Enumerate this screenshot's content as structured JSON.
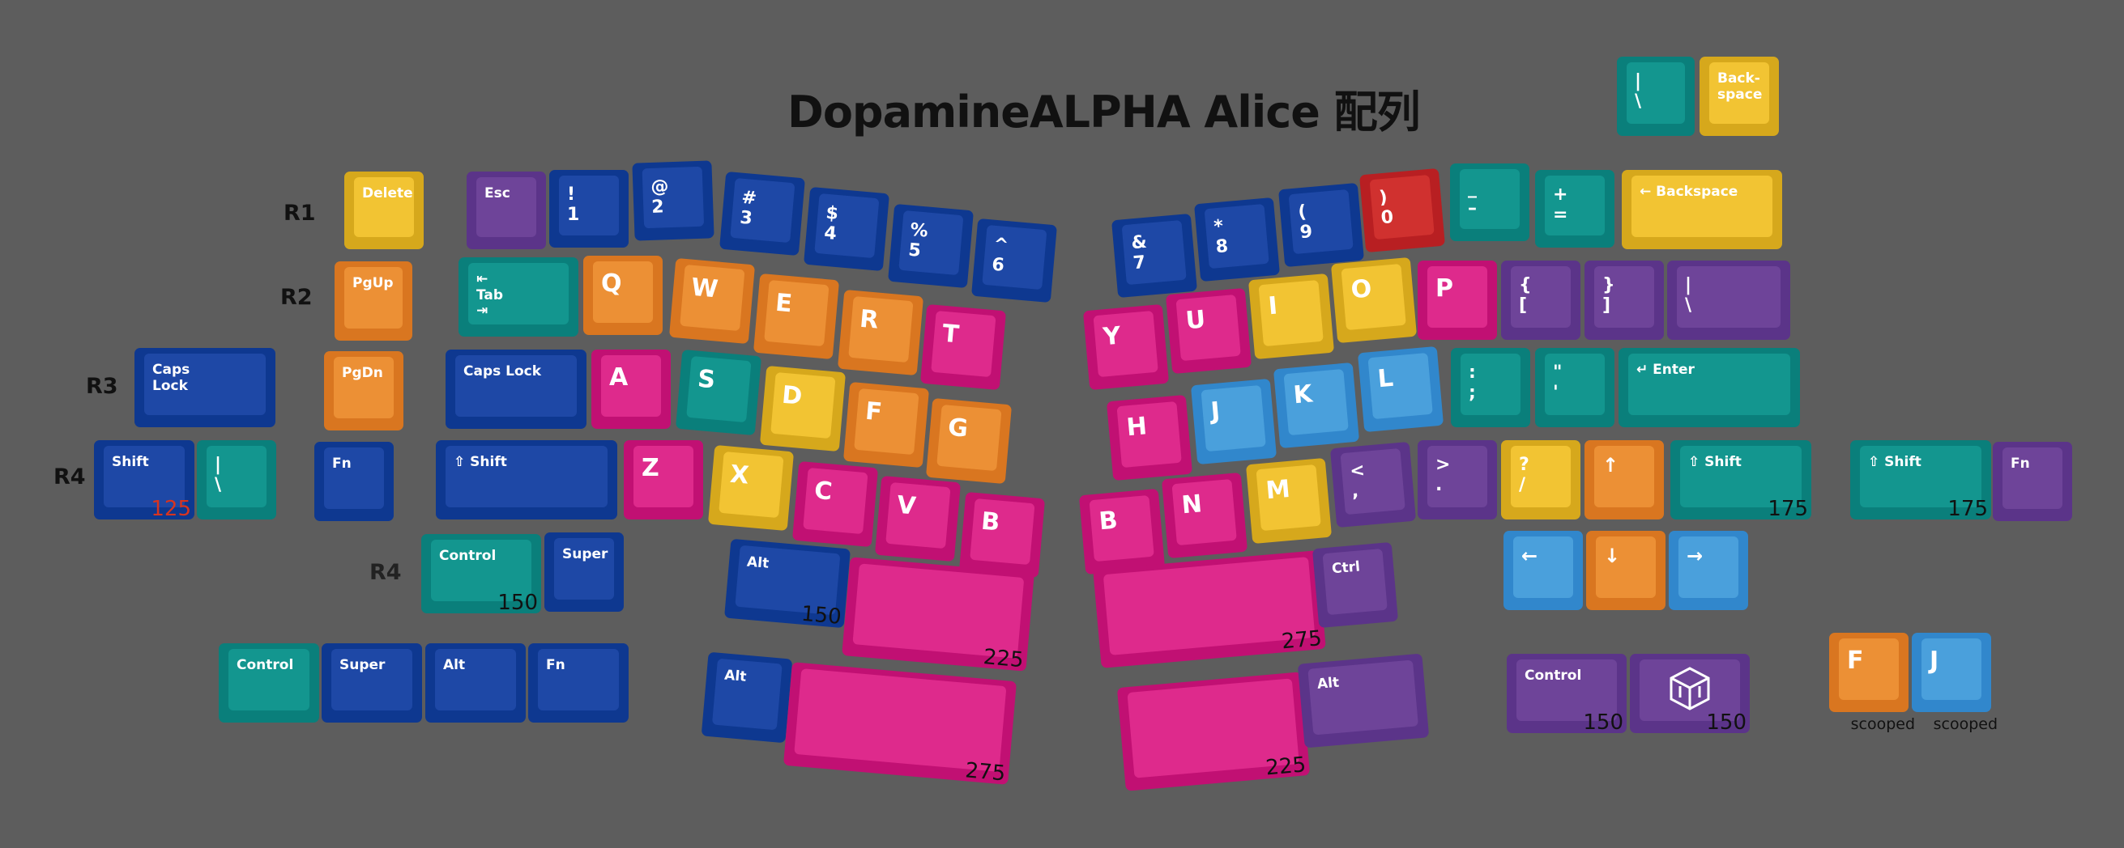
{
  "title": "DopamineALPHA Alice 配列",
  "row_labels": {
    "r1": "R1",
    "r2": "R2",
    "r3": "R3",
    "r4a": "R4",
    "r4b": "R4"
  },
  "colors": {
    "background": "#5d5d5d",
    "blue": "#0e3890",
    "orange": "#d97620",
    "yellow": "#d6a81c",
    "teal": "#0a7f7b",
    "magenta": "#c11073",
    "purple": "#5b3489",
    "red": "#b81f22",
    "light_blue": "#3187cc"
  },
  "keys": {
    "top_pipe": "|\n\\",
    "top_backspace": "Back-\nspace",
    "delete": "Delete",
    "esc": "Esc",
    "k1": "!\n1",
    "k2": "@\n2",
    "k3": "#\n3",
    "k4": "$\n4",
    "k5": "%\n5",
    "k6": "^\n6",
    "k7": "&\n7",
    "k8": "*\n8",
    "k9": "(\n9",
    "k0": ")\n0",
    "minus": "_\n–",
    "equal": "+\n=",
    "backspace": "← Backspace",
    "pgup": "PgUp",
    "tab": "⇤\nTab\n⇥",
    "q": "Q",
    "w": "W",
    "e": "E",
    "r": "R",
    "t": "T",
    "y": "Y",
    "u": "U",
    "i": "I",
    "o": "O",
    "p": "P",
    "lbrace": "{\n[",
    "rbrace": "}\n]",
    "bslash": "|\n\\",
    "caps_left": "Caps\nLock",
    "pgdn": "PgDn",
    "caps": "Caps Lock",
    "a": "A",
    "s": "S",
    "d": "D",
    "f": "F",
    "g": "G",
    "h": "H",
    "j": "J",
    "k": "K",
    "l": "L",
    "semi": ":\n;",
    "quote": "\"\n'",
    "enter": "↵ Enter",
    "shift_left": "Shift",
    "shift_left_note": "125",
    "pipe_small": "|\n\\",
    "fn": "Fn",
    "lshift": "⇧ Shift",
    "z": "Z",
    "x": "X",
    "c": "C",
    "v": "V",
    "b_left": "B",
    "b_right": "B",
    "n": "N",
    "m": "M",
    "comma": "<\n,",
    "period": ">\n.",
    "slash": "?\n/",
    "up": "↑",
    "rshift": "⇧ Shift",
    "rshift_note": "175",
    "shift_right2": "⇧ Shift",
    "shift_right2_note": "175",
    "fn_right": "Fn",
    "control1": "Control",
    "control1_note": "150",
    "super1": "Super",
    "alt1": "Alt",
    "alt1_note": "150",
    "space1_note": "225",
    "space2_note": "275",
    "ctrl_right": "Ctrl",
    "left": "←",
    "down": "↓",
    "right": "→",
    "control2": "Control",
    "super2": "Super",
    "alt2": "Alt",
    "fn2": "Fn",
    "alt3": "Alt",
    "space3_note": "275",
    "space4_note": "225",
    "alt_right": "Alt",
    "control_right": "Control",
    "control_right_note": "150",
    "logo_note": "150",
    "f_scooped": "F",
    "f_scooped_note": "scooped",
    "j_scooped": "J",
    "j_scooped_note": "scooped"
  }
}
